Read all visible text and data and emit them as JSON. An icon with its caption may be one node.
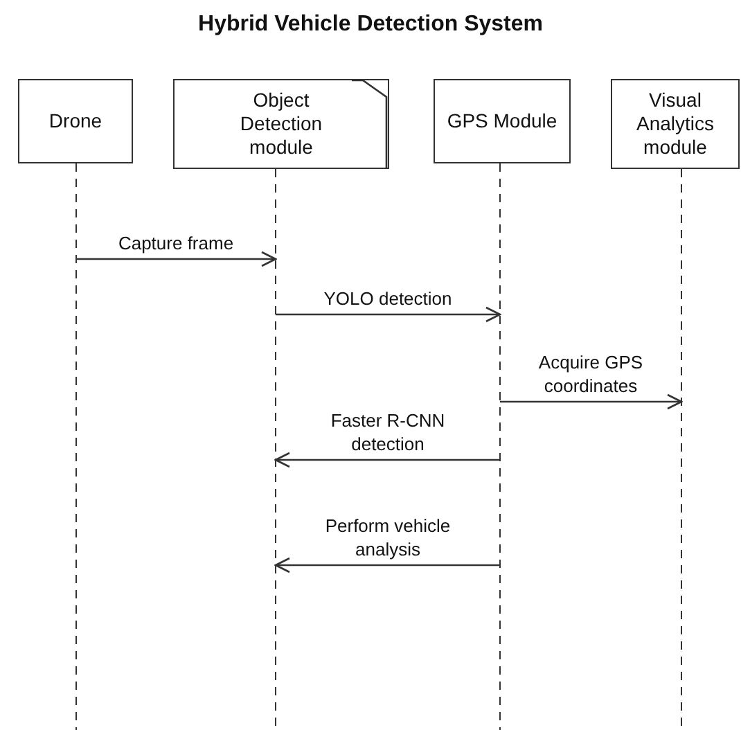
{
  "diagram": {
    "title": "Hybrid Vehicle Detection System",
    "nodes": [
      {
        "text": [
          "Drone"
        ]
      },
      {
        "text": [
          "Object Detection module"
        ]
      },
      {
        "text": [
          "GPS Module"
        ]
      },
      {
        "text": [
          "Visual Analytics module"
        ]
      }
    ],
    "edges": [
      {
        "from": 0,
        "to": 1,
        "arrow": "to",
        "label": "Capture frame"
      },
      {
        "from": 1,
        "to": 2,
        "arrow": "to",
        "label": "YOLO detection"
      },
      {
        "from": 2,
        "to": 3,
        "arrow": "to",
        "label": "Acquire GPS coordinates"
      },
      {
        "from": 2,
        "to": 1,
        "arrow": "to",
        "label": "Faster R-CNN detection"
      },
      {
        "from": 2,
        "to": 1,
        "arrow": "to",
        "label": "Perform vehicle analysis"
      }
    ]
  }
}
